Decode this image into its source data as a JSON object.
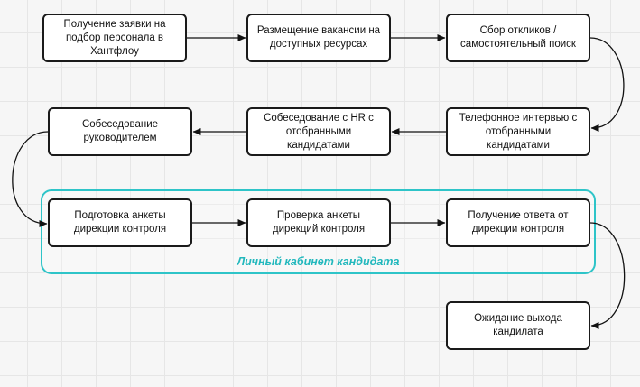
{
  "steps": [
    {
      "id": "s1",
      "label": "Получение заявки на подбор персонала в Хантфлоу"
    },
    {
      "id": "s2",
      "label": "Размещение вакансии на доступных ресурсах"
    },
    {
      "id": "s3",
      "label": "Сбор откликов / самостоятельный поиск"
    },
    {
      "id": "s4",
      "label": "Телефонное интервью с отобранными кандидатами"
    },
    {
      "id": "s5",
      "label": "Собеседование с HR с отобранными кандидатами"
    },
    {
      "id": "s6",
      "label": "Собеседование руководителем"
    },
    {
      "id": "s7",
      "label": "Подготовка анкеты дирекции контроля"
    },
    {
      "id": "s8",
      "label": "Проверка анкеты дирекций контроля"
    },
    {
      "id": "s9",
      "label": "Получение ответа от дирекции контроля"
    },
    {
      "id": "s10",
      "label": "Ожидание выхода кандилата"
    }
  ],
  "group": {
    "label": "Личный кабинет кандидата"
  },
  "edges": [
    [
      "s1",
      "s2"
    ],
    [
      "s2",
      "s3"
    ],
    [
      "s3",
      "s4"
    ],
    [
      "s4",
      "s5"
    ],
    [
      "s5",
      "s6"
    ],
    [
      "s6",
      "s7"
    ],
    [
      "s7",
      "s8"
    ],
    [
      "s8",
      "s9"
    ],
    [
      "s9",
      "s10"
    ]
  ]
}
